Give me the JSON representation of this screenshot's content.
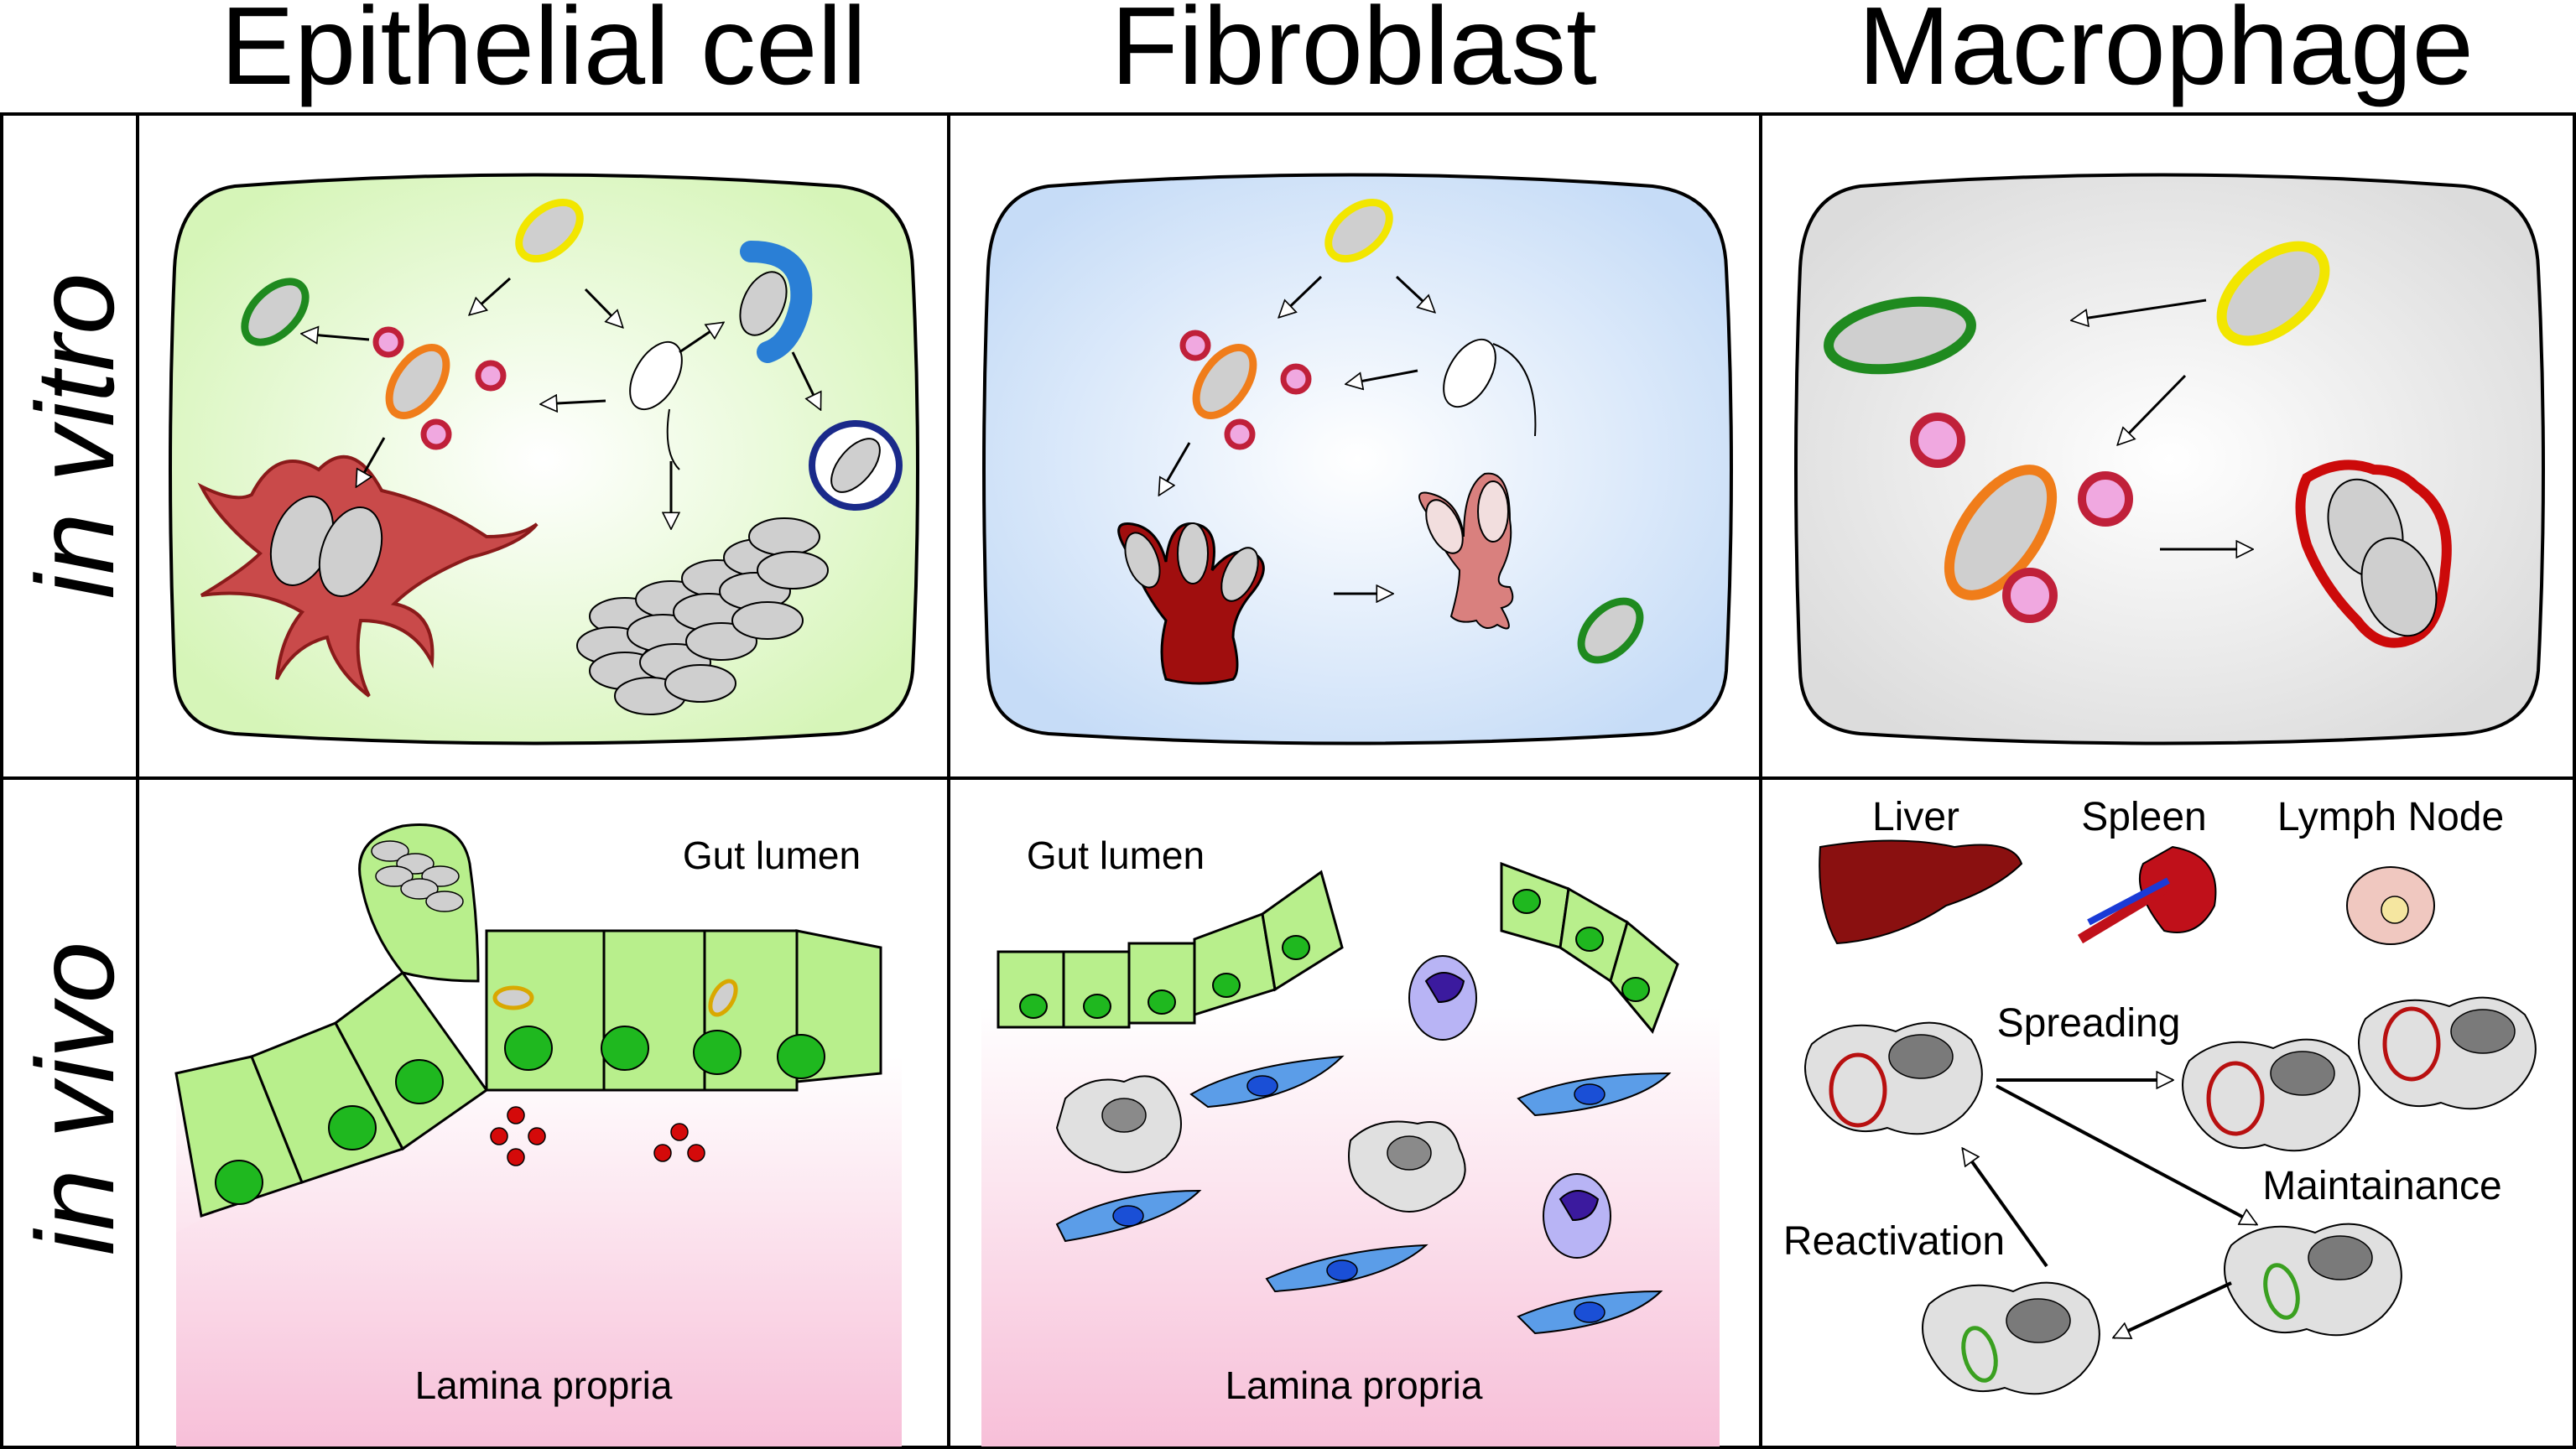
{
  "columns": {
    "epithelial": "Epithelial cell",
    "fibroblast": "Fibroblast",
    "macrophage": "Macrophage"
  },
  "rows": {
    "in_vitro": "in vitro",
    "in_vivo": "in vivo"
  },
  "epithelial_in_vivo": {
    "gut_lumen": "Gut lumen",
    "lamina_propria": "Lamina propria"
  },
  "fibroblast_in_vivo": {
    "gut_lumen": "Gut lumen",
    "lamina_propria": "Lamina propria"
  },
  "macrophage_in_vivo": {
    "liver": "Liver",
    "spleen": "Spleen",
    "lymph_node": "Lymph Node",
    "spreading": "Spreading",
    "maintainance": "Maintainance",
    "reactivation": "Reactivation"
  },
  "colors": {
    "epithelial_dish": "#d6f5b8",
    "fibroblast_dish": "#c6dcf7",
    "macrophage_dish": "#e6e6e6",
    "lamina": "#f7bfd8",
    "epithelium": "#b8ef8c",
    "nucleus": "#1fb81f",
    "red_cell": "#c0392b"
  }
}
